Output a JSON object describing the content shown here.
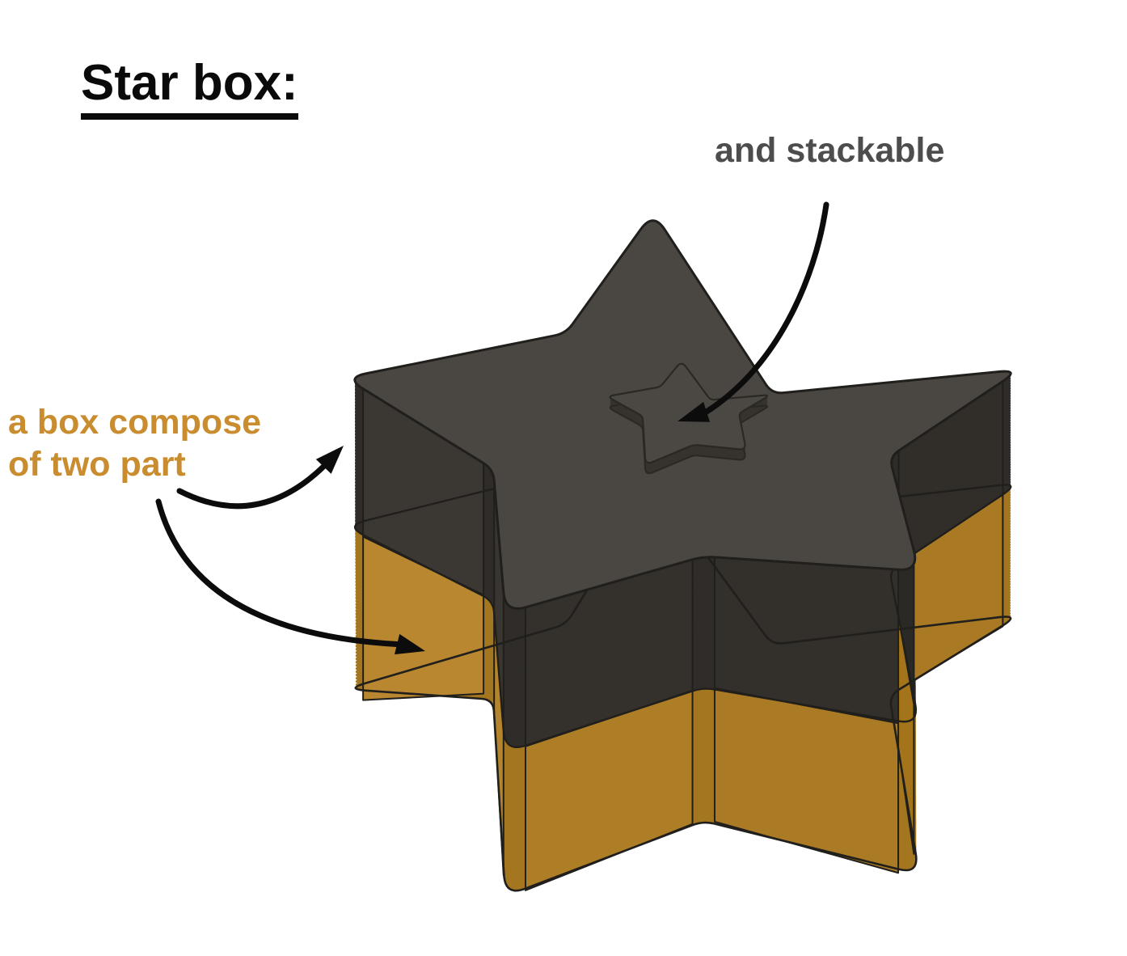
{
  "page": {
    "background": "#ffffff"
  },
  "title": {
    "text": "Star box:",
    "color": "#0a0a0a",
    "underlined": true
  },
  "annotations": {
    "stackable": {
      "text": "and stackable",
      "color": "#4d4d4d"
    },
    "two_part": {
      "lines": [
        "a box compose",
        "of two part"
      ],
      "color": "#c98c2f"
    }
  },
  "figure": {
    "colors": {
      "top_face": "#4a4742",
      "lid_slab": "#2f2c29",
      "base_slab": "#a47620",
      "outline": "#201f1c",
      "knob_top": "#4b4843",
      "knob_wall": "#36322d",
      "knob_outline": "#2a2823",
      "arrow": "#0c0c0c",
      "lid_walls": [
        "#312e2a",
        "#2b2926",
        "#332f2b",
        "#34312d",
        "#393530",
        "#3b3733"
      ],
      "base_walls": [
        "#a97a23",
        "#a37419",
        "#aa7b24",
        "#ae7e27",
        "#b5852d",
        "#b8872f"
      ]
    }
  }
}
